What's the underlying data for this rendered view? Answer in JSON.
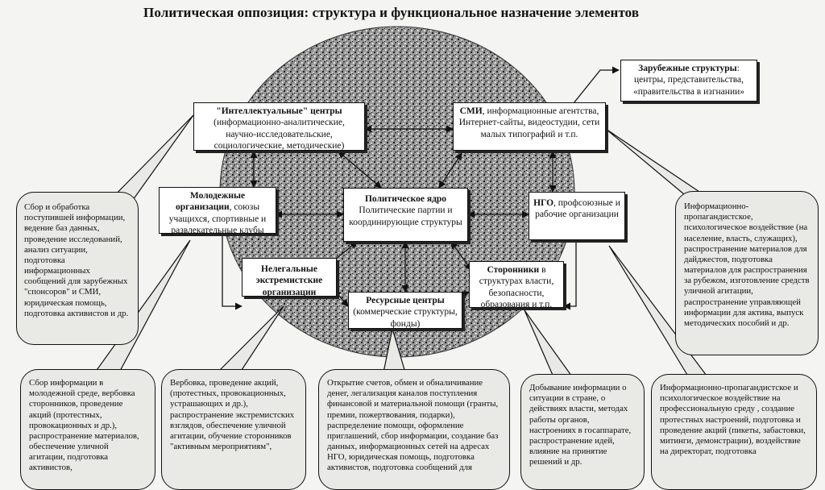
{
  "title": "Политическая оппозиция: структура и функциональное назначение элементов",
  "nodes": {
    "intellectual": {
      "name": "\"Интеллектуальные\"  центры",
      "text": "(информационно-аналитические, научно-исследовательские, социологические,  методические)"
    },
    "media": {
      "name": "СМИ",
      "text": ", информационные агентства, Интернет-сайты, видеостудии, сети малых типографий  и т.п."
    },
    "foreign": {
      "name": "Зарубежные структуры",
      "text": ": центры, представительства, «правительства в изгнании»"
    },
    "youth": {
      "name": "Молодежные организации",
      "text": ", союзы учащихся, спортивные и развлекательные клубы"
    },
    "core": {
      "name": "Политическое ядро",
      "text": "Политические партии и координирующие структуры"
    },
    "ngo": {
      "name": "НГО",
      "text": ", профсоюзные и рабочие организации"
    },
    "illegal": {
      "name": "Нелегальные экстремистские организации",
      "text": ""
    },
    "supporters": {
      "name": "Сторонники",
      "text": " в структурах власти, безопасности, образования и т.п."
    },
    "resource": {
      "name": "Ресурсные центры",
      "text": "(коммерческие структуры, фонды)"
    }
  },
  "callouts": {
    "left": "Сбор и обработка поступившей информации, ведение баз данных, проведение исследований, анализ ситуации, подготовка информационных сообщений для зарубежных \"спонсоров\" и СМИ, юридическая помощь, подготовка активистов и др.",
    "right": "Информационно-пропагандистское, психологическое воздействие (на население, власть, служащих), распространение материалов для дайджестов, подготовка материалов для распространения за рубежом, изготовление средств уличной агитации, распространение управляющей информации для актива, выпуск методических пособий и др.",
    "bottom1": "Сбор информации в молодежной среде, вербовка сторонников, проведение акций (протестных, провокационных и др.), распространение материалов, обеспечение уличной агитации, подготовка активистов,",
    "bottom2": "Вербовка, проведение акций, (протестных, провокационных, устрашающих и др.), распространение экстремистских взглядов, обеспечение уличной агитации, обучение сторонников \"активным мероприятиям\",",
    "bottom3": "Открытие счетов, обмен и обналичивание денег, легализация каналов поступления финансовой и материальной помощи (гранты, премии, пожертвования, подарки), распределение помощи, оформление приглашений, сбор информации, создание баз данных, информационных сетей на адресах НГО, юридическая помощь, подготовка активистов, подготовка сообщений для",
    "bottom4": "Добывание информации о ситуации в стране, о действиях власти, методах работы органов, настроениях в госаппарате, распространение идей, влияние на принятие решений и др.",
    "bottom5": "Информационно-пропагандистское и психологическое воздействие на профессиональную среду , создание протестных настроений, подготовка и проведение акций (пикеты, забастовки, митинги, демонстрации), воздействие на директорат, подготовка"
  }
}
